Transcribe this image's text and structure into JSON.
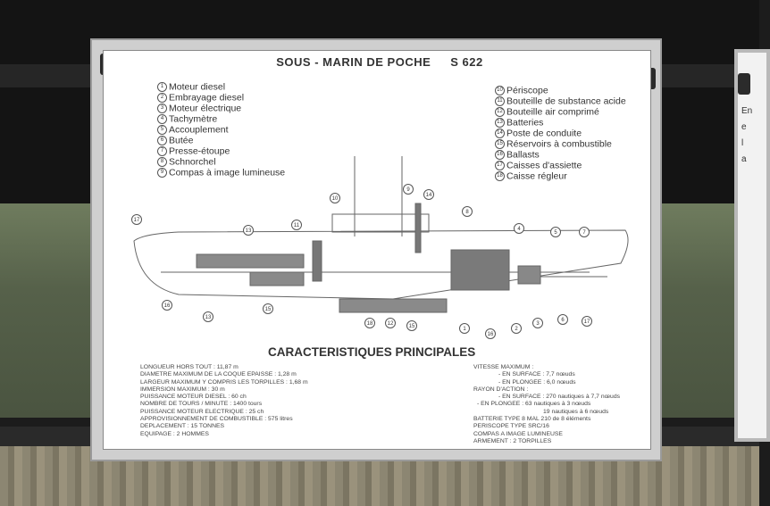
{
  "sign": {
    "title": "SOUS - MARIN DE POCHE",
    "code": "S 622",
    "legend_left": [
      {
        "n": "1",
        "label": "Moteur diesel"
      },
      {
        "n": "2",
        "label": "Embrayage diesel"
      },
      {
        "n": "3",
        "label": "Moteur électrique"
      },
      {
        "n": "4",
        "label": "Tachymètre"
      },
      {
        "n": "5",
        "label": "Accouplement"
      },
      {
        "n": "6",
        "label": "Butée"
      },
      {
        "n": "7",
        "label": "Presse-étoupe"
      },
      {
        "n": "8",
        "label": "Schnorchel"
      },
      {
        "n": "9",
        "label": "Compas à image lumineuse"
      }
    ],
    "legend_right": [
      {
        "n": "10",
        "label": "Périscope"
      },
      {
        "n": "11",
        "label": "Bouteille de substance acide"
      },
      {
        "n": "12",
        "label": "Bouteille air comprimé"
      },
      {
        "n": "13",
        "label": "Batteries"
      },
      {
        "n": "14",
        "label": "Poste de conduite"
      },
      {
        "n": "15",
        "label": "Réservoirs à combustible"
      },
      {
        "n": "16",
        "label": "Ballasts"
      },
      {
        "n": "17",
        "label": "Caisses d'assiette"
      },
      {
        "n": "18",
        "label": "Caisse régleur"
      }
    ],
    "specs_title": "CARACTERISTIQUES PRINCIPALES",
    "specs_left": [
      "LONGUEUR HORS TOUT : 11,87 m",
      "DIAMETRE MAXIMUM DE LA COQUE EPAISSE : 1,28 m",
      "LARGEUR MAXIMUM Y COMPRIS LES TORPILLES : 1,68 m",
      "IMMERSION MAXIMUM : 30 m",
      "PUISSANCE MOTEUR DIESEL : 60 ch",
      "NOMBRE DE TOURS / MINUTE : 1400 tours",
      "PUISSANCE MOTEUR ELECTRIQUE : 25 ch",
      "APPROVISIONNEMENT DE COMBUSTIBLE : 575 litres",
      "DEPLACEMENT : 15 TONNES",
      "EQUIPAGE : 2 HOMMES"
    ],
    "specs_right": [
      "VITESSE MAXIMUM :",
      "- EN SURFACE : 7,7 nœuds",
      "- EN PLONGEE : 6,0 nœuds",
      "RAYON D'ACTION :",
      "- EN SURFACE : 270 nautiques à 7,7 nœuds",
      "- EN PLONGEE : 63 nautiques à 3 nœuds",
      "19 nautiques à 6 nœuds",
      "BATTERIE TYPE 8 MAL 210 de 8 éléments",
      "PERISCOPE TYPE SRC/16",
      "COMPAS A IMAGE LUMINEUSE",
      "ARMEMENT : 2 TORPILLES"
    ],
    "side_sign_letters": [
      "En",
      "e",
      "l",
      "a"
    ],
    "diagram_callouts": [
      "17",
      "16",
      "13",
      "13",
      "15",
      "11",
      "10",
      "9",
      "14",
      "8",
      "18",
      "12",
      "15",
      "1",
      "16",
      "2",
      "3",
      "4",
      "5",
      "6",
      "7",
      "17"
    ]
  },
  "colors": {
    "panel": "#ffffff",
    "frame": "#cfcfcf",
    "hull": "#5e6a50",
    "ink": "#333333"
  }
}
